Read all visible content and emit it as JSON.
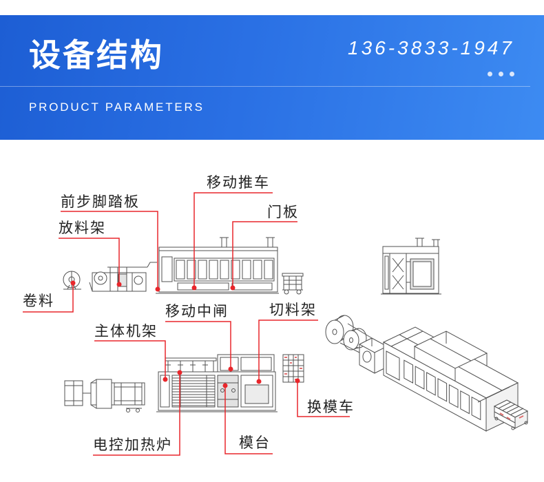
{
  "header": {
    "title": "设备结构",
    "phone": "136-3833-1947",
    "subtitle": "PRODUCT PARAMETERS"
  },
  "callouts": [
    {
      "label": "移动推车"
    },
    {
      "label": "前步脚踏板"
    },
    {
      "label": "门板"
    },
    {
      "label": "放料架"
    },
    {
      "label": "卷料"
    },
    {
      "label": "移动中闸"
    },
    {
      "label": "切料架"
    },
    {
      "label": "主体机架"
    },
    {
      "label": "换模车"
    },
    {
      "label": "电控加热炉"
    },
    {
      "label": "模台"
    }
  ],
  "colors": {
    "banner_start": "#1d5ed4",
    "banner_end": "#3d8bf2",
    "banner_text": "#ffffff",
    "callout_accent": "#e8262b",
    "drawing_stroke": "#505050",
    "label_text": "#222222"
  }
}
